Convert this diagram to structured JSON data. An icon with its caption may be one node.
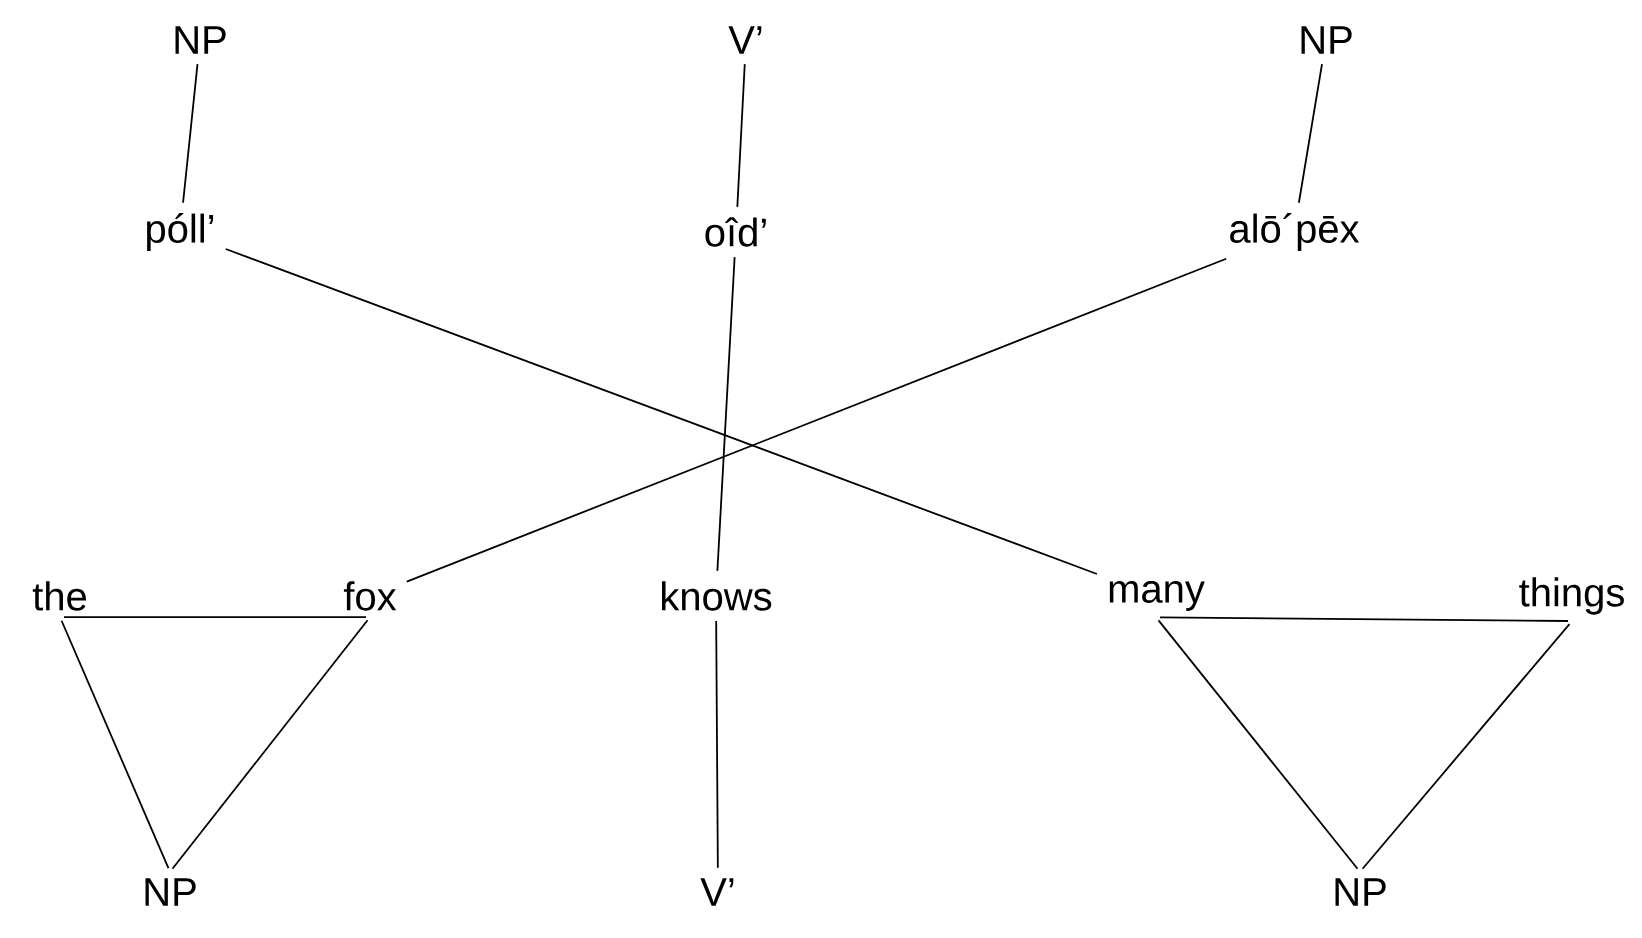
{
  "diagram": {
    "nodes": [
      {
        "text": [
          "NP"
        ]
      },
      {
        "text": [
          "V’"
        ]
      },
      {
        "text": [
          "NP"
        ]
      },
      {
        "text": [
          "póll’"
        ]
      },
      {
        "text": [
          "oîd’"
        ]
      },
      {
        "text": [
          "alō´pēx"
        ]
      },
      {
        "text": [
          "the"
        ]
      },
      {
        "text": [
          "fox"
        ]
      },
      {
        "text": [
          "knows"
        ]
      },
      {
        "text": [
          "many"
        ]
      },
      {
        "text": [
          "things"
        ]
      },
      {
        "text": [
          "NP"
        ]
      },
      {
        "text": [
          "V’"
        ]
      },
      {
        "text": [
          "NP"
        ]
      }
    ],
    "edges": [
      {
        "from": 0,
        "to": 3,
        "arrow": "none"
      },
      {
        "from": 1,
        "to": 4,
        "arrow": "none"
      },
      {
        "from": 2,
        "to": 5,
        "arrow": "none"
      },
      {
        "from": 3,
        "to": 9,
        "arrow": "none"
      },
      {
        "from": 5,
        "to": 7,
        "arrow": "none"
      },
      {
        "from": 4,
        "to": 8,
        "arrow": "none"
      },
      {
        "from": 6,
        "to": 7,
        "arrow": "none"
      },
      {
        "from": 6,
        "to": 11,
        "arrow": "none"
      },
      {
        "from": 7,
        "to": 11,
        "arrow": "none"
      },
      {
        "from": 8,
        "to": 12,
        "arrow": "none"
      },
      {
        "from": 9,
        "to": 10,
        "arrow": "none"
      },
      {
        "from": 9,
        "to": 13,
        "arrow": "none"
      },
      {
        "from": 10,
        "to": 13,
        "arrow": "none"
      }
    ]
  }
}
